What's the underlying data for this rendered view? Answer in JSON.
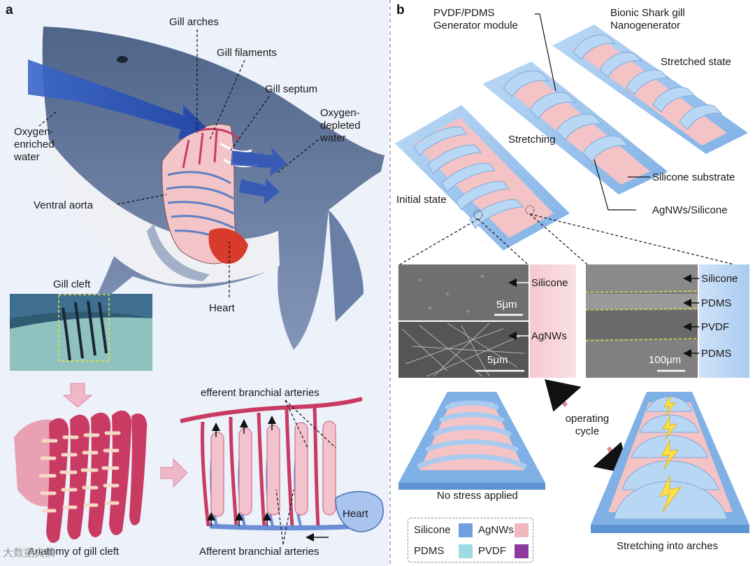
{
  "panels": {
    "a": "a",
    "b": "b"
  },
  "panel_a": {
    "gill_arches": "Gill arches",
    "gill_filaments": "Gill filaments",
    "gill_septum": "Gill septum",
    "oxygen_depleted": "Oxygen-depleted water",
    "oxygen_enriched": "Oxygen-enriched water",
    "ventral_aorta": "Ventral aorta",
    "heart": "Heart",
    "gill_cleft": "Gill cleft",
    "anatomy": "Anatomy of gill cleft",
    "efferent": "efferent branchial arteries",
    "afferent": "Afferent branchial arteries",
    "heart2": "Heart"
  },
  "panel_b": {
    "pvdf_module": "PVDF/PDMS Generator module",
    "bionic": "Bionic Shark gill Nanogenerator",
    "stretched_state": "Stretched state",
    "stretching": "Stretching",
    "silicone_substrate": "Silicone substrate",
    "agnws_silicone": "AgNWs/Silicone",
    "initial_state": "Initial state",
    "sem_left": {
      "silicone": "Silicone",
      "agnws": "AgNWs",
      "scale1": "5μm",
      "scale2": "5μm"
    },
    "sem_right": {
      "silicone": "Silicone",
      "pdms1": "PDMS",
      "pvdf": "PVDF",
      "pdms2": "PDMS",
      "scale": "100μm"
    },
    "operating_cycle": "operating cycle",
    "no_stress": "No stress applied",
    "stretching_arches": "Stretching into arches"
  },
  "legend": [
    {
      "label": "Silicone",
      "color": "#6f9fe0"
    },
    {
      "label": "AgNWs",
      "color": "#f0b7bd"
    },
    {
      "label": "PDMS",
      "color": "#9fdbe3"
    },
    {
      "label": "PVDF",
      "color": "#8e3aa0"
    }
  ],
  "watermark": "大数据文摘",
  "colors": {
    "bg_left": "#ecf1fa",
    "shark": "#6a7fa6",
    "artery": "#c93b63",
    "vessel_blue": "#4b7ad0",
    "device_blue": "#9cc6ee",
    "device_pink": "#f3c3c6"
  }
}
